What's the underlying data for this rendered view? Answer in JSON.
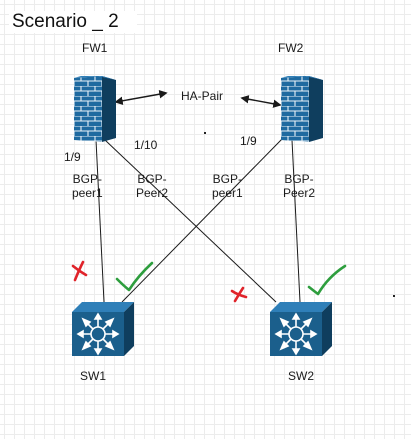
{
  "title": "Scenario _ 2",
  "devices": {
    "fw1": {
      "label": "FW1"
    },
    "fw2": {
      "label": "FW2"
    },
    "sw1": {
      "label": "SW1"
    },
    "sw2": {
      "label": "SW2"
    }
  },
  "ha_label": "HA-Pair",
  "interfaces": {
    "fw1_left": "1/9",
    "fw1_right": "1/10",
    "fw2_left": "1/9"
  },
  "bgp_peers": {
    "fw1_peer1": [
      "BGP-",
      "peer1"
    ],
    "fw1_peer2": [
      "BGP-",
      "Peer2"
    ],
    "fw2_peer1": [
      "BGP-",
      "peer1"
    ],
    "fw2_peer2": [
      "BGP-",
      "Peer2"
    ]
  },
  "colors": {
    "device_blue": "#1b5f8c",
    "device_blue_dark": "#0f3e5e",
    "fail_red": "#e0232a",
    "ok_green": "#2e9e3e",
    "link": "#1a1a1a"
  },
  "icons": {
    "firewall": "firewall-brick-icon",
    "switch": "layer3-switch-icon",
    "fail": "red-x-icon",
    "ok": "green-check-icon"
  },
  "link_status": {
    "fw1_sw1": "failed",
    "fw2_sw1": "ok",
    "fw1_sw2": "failed",
    "fw2_sw2": "ok"
  }
}
